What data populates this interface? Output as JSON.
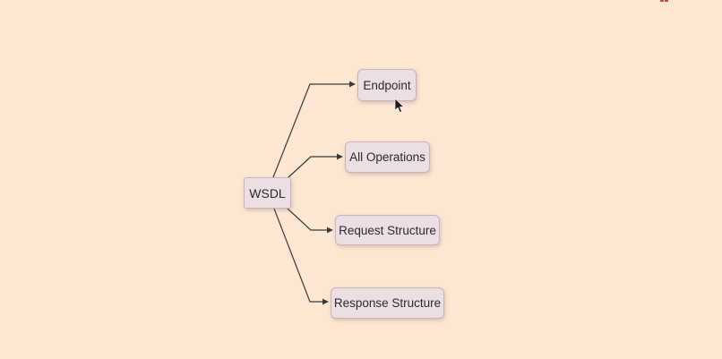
{
  "canvas": {
    "background_color": "#fde7d3"
  },
  "diagram": {
    "type": "mindmap",
    "root": {
      "label": "WSDL"
    },
    "children": [
      {
        "label": "Endpoint"
      },
      {
        "label": "All Operations"
      },
      {
        "label": "Request Structure"
      },
      {
        "label": "Response Structure"
      }
    ],
    "colors": {
      "node_fill": "#ecdfe4",
      "node_border": "#c9b4be",
      "connector": "#3a3a3a",
      "text": "#2c282e"
    }
  },
  "overlays": {
    "cursor": {
      "type": "arrow-pointer"
    },
    "top_edge_mark_color": "#c24b40"
  }
}
